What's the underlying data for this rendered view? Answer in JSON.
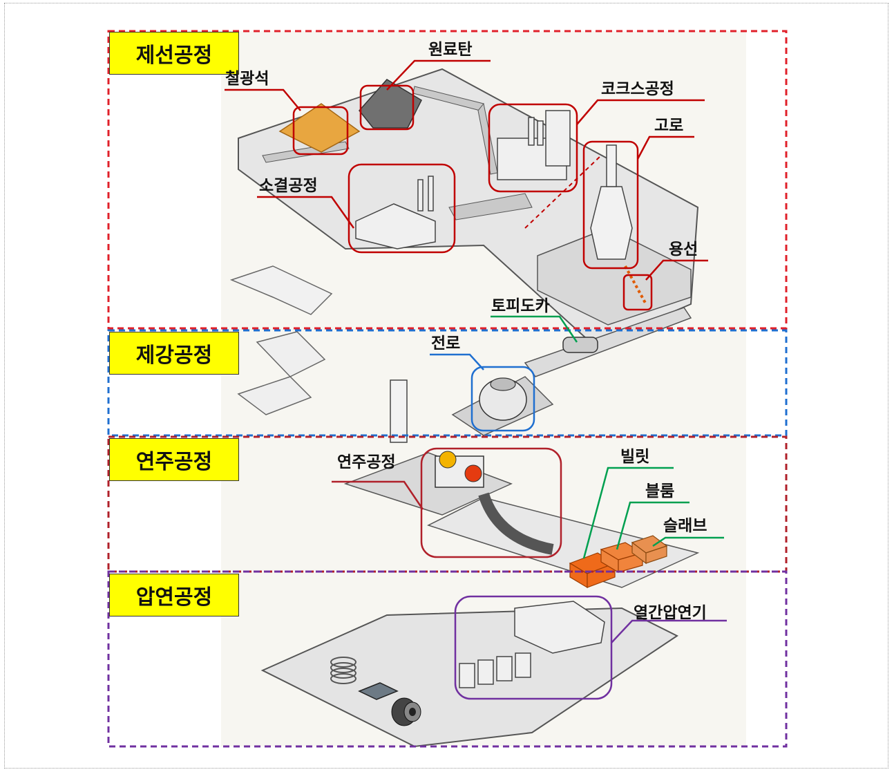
{
  "stages": [
    {
      "id": "ironmaking",
      "label": "제선공정"
    },
    {
      "id": "steelmaking",
      "label": "제강공정"
    },
    {
      "id": "casting",
      "label": "연주공정"
    },
    {
      "id": "rolling",
      "label": "압연공정"
    }
  ],
  "callouts": {
    "coal": "원료탄",
    "iron_ore": "철광석",
    "coke_process": "코크스공정",
    "blast_furnace": "고로",
    "sintering": "소결공정",
    "molten_iron": "용선",
    "torpedo_car": "토피도카",
    "converter": "전로",
    "continuous_casting": "연주공정",
    "billet": "빌릿",
    "bloom": "블룸",
    "slab": "슬래브",
    "hot_rolling_mill": "열간압연기"
  },
  "colors": {
    "ironmaking_border": "#e0202a",
    "steelmaking_border": "#1f6fd0",
    "casting_border": "#b0202a",
    "rolling_border": "#7030a0",
    "label_bg": "#ffff00",
    "leader_red": "#c00000",
    "leader_blue": "#1f6fd0",
    "leader_green": "#00a050",
    "leader_purple": "#7030a0"
  }
}
